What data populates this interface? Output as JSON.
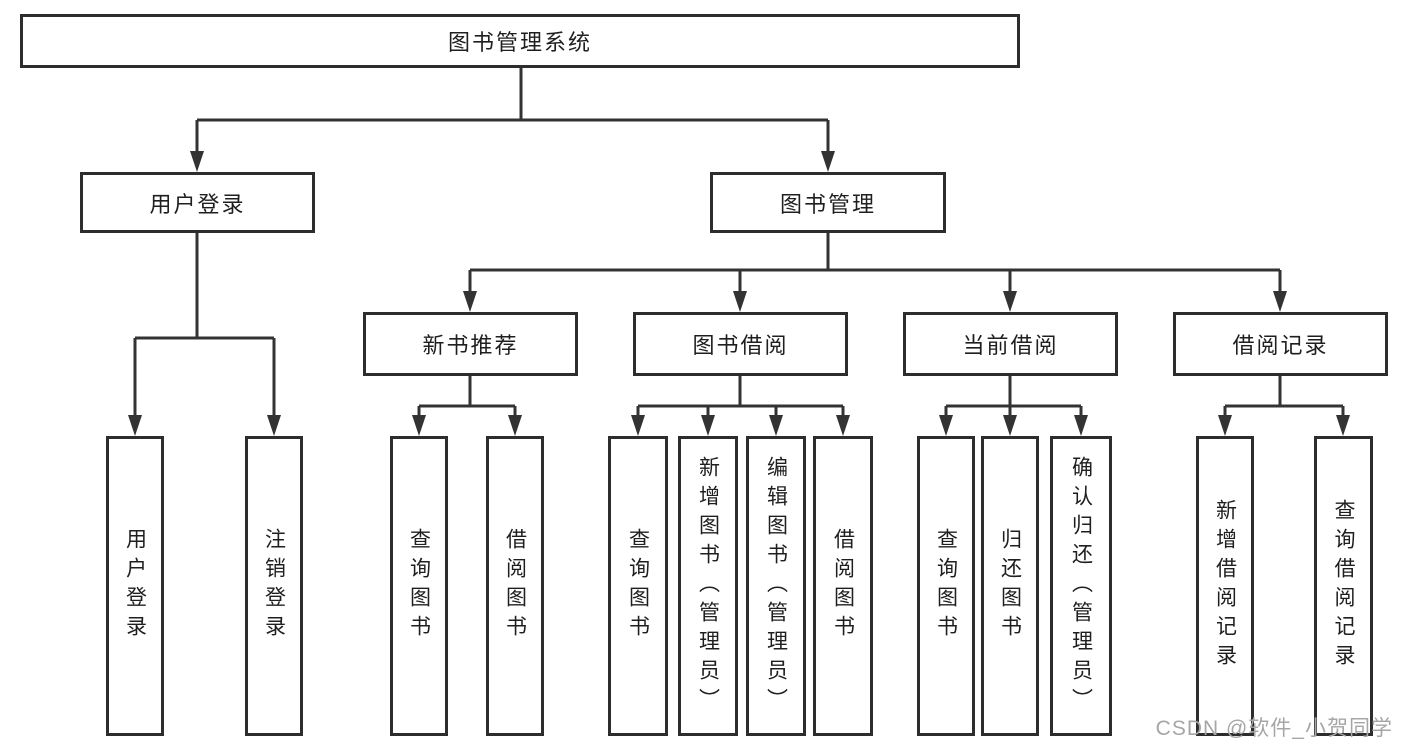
{
  "tree": {
    "root": {
      "label": "图书管理系统"
    },
    "branches": [
      {
        "label": "用户登录",
        "leaves": [
          "用户登录",
          "注销登录"
        ]
      },
      {
        "label": "图书管理",
        "sections": [
          {
            "label": "新书推荐",
            "leaves": [
              "查询图书",
              "借阅图书"
            ]
          },
          {
            "label": "图书借阅",
            "leaves": [
              "查询图书",
              "新增图书（管理员）",
              "编辑图书（管理员）",
              "借阅图书"
            ]
          },
          {
            "label": "当前借阅",
            "leaves": [
              "查询图书",
              "归还图书",
              "确认归还（管理员）"
            ]
          },
          {
            "label": "借阅记录",
            "leaves": [
              "新增借阅记录",
              "查询借阅记录"
            ]
          }
        ]
      }
    ]
  },
  "watermark": {
    "text": "CSDN @软件_小贺同学"
  },
  "colors": {
    "line": "#333333",
    "box_border": "#2d2d2d",
    "box_fill": "#ffffff",
    "text": "#1f1f1f",
    "watermark": "#a6a6a6"
  }
}
